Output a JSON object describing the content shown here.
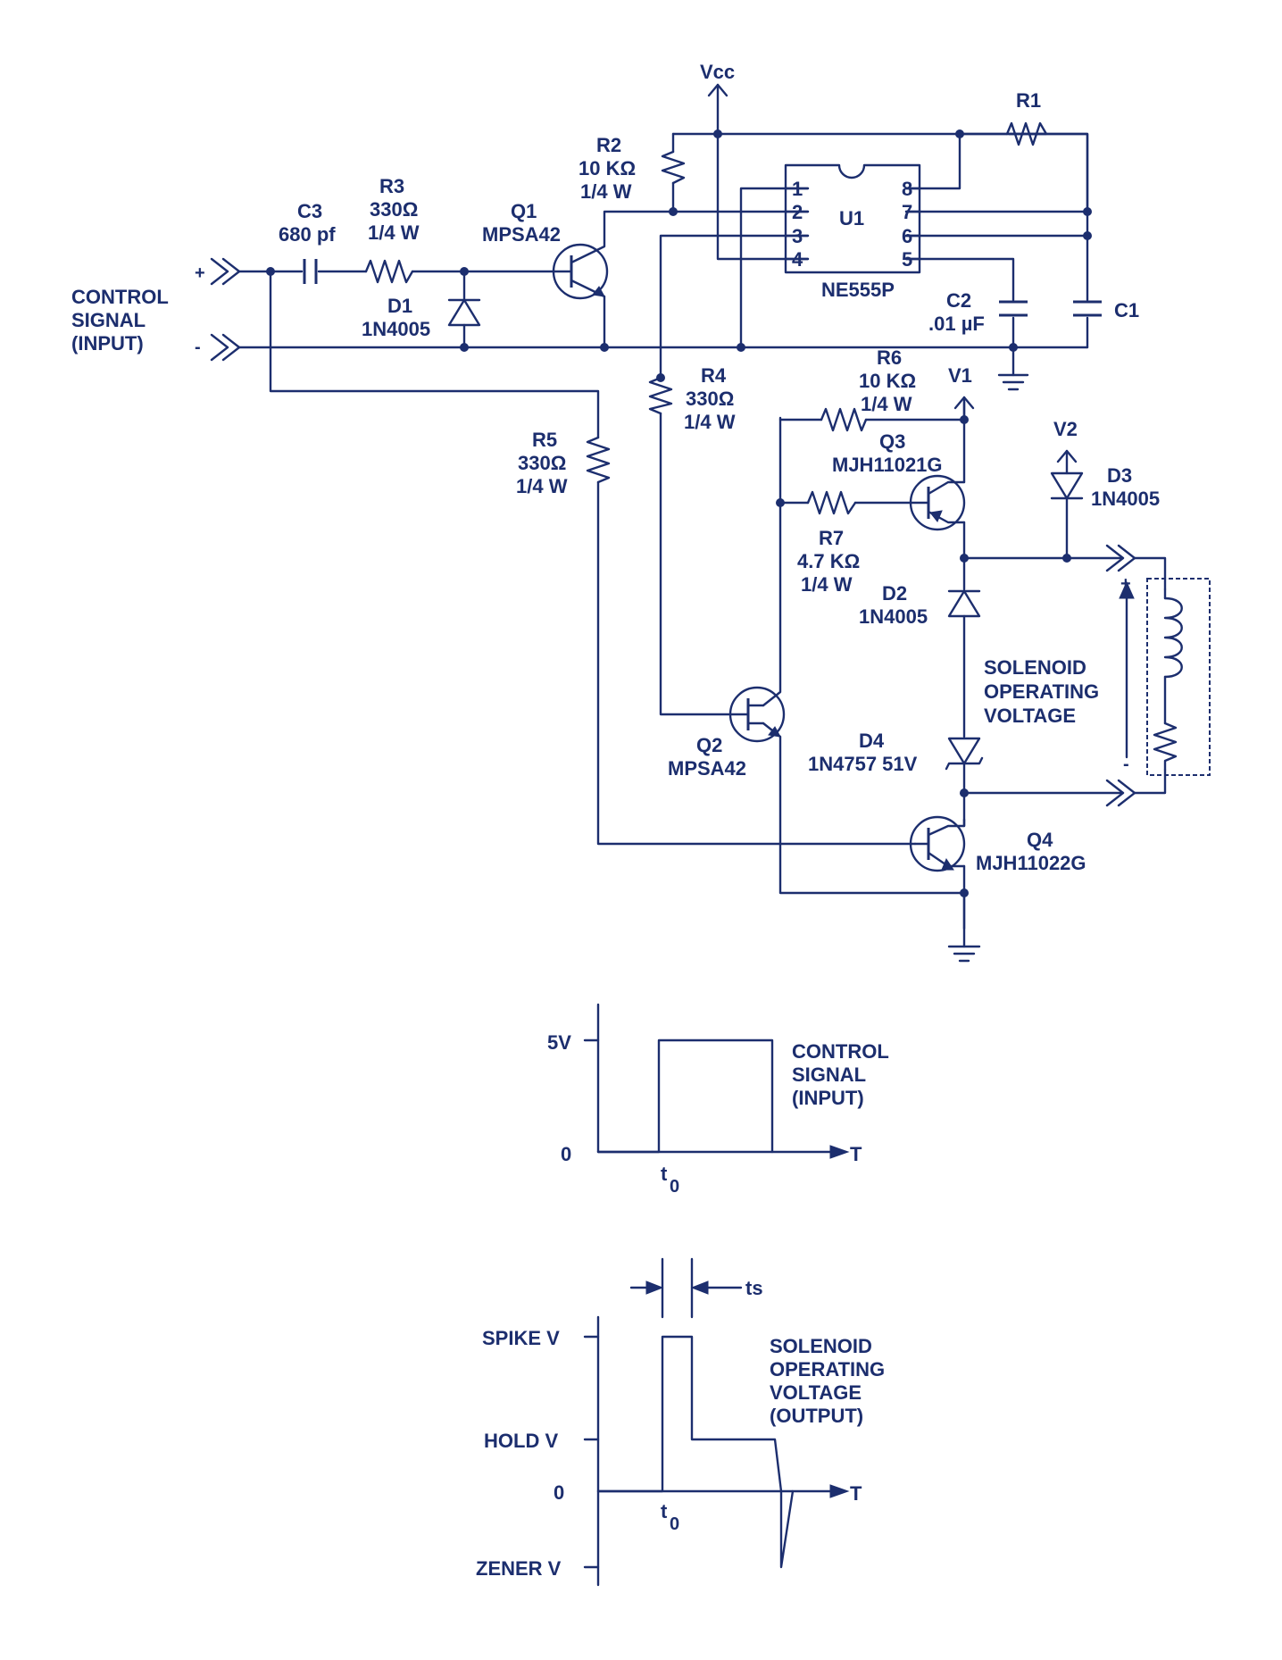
{
  "schematic": {
    "vcc": "Vcc",
    "v1": "V1",
    "v2": "V2",
    "input_label": [
      "CONTROL",
      "SIGNAL",
      "(INPUT)"
    ],
    "plus": "+",
    "minus": "-",
    "coil_plus": "+",
    "coil_minus": "-",
    "solenoid_label": [
      "SOLENOID",
      "OPERATING",
      "VOLTAGE"
    ],
    "ic": {
      "ref": "U1",
      "part": "NE555P",
      "pins_left": [
        "1",
        "2",
        "3",
        "4"
      ],
      "pins_right": [
        "8",
        "7",
        "6",
        "5"
      ]
    },
    "c3": [
      "C3",
      "680 pf"
    ],
    "r3": [
      "R3",
      "330Ω",
      "1/4 W"
    ],
    "q1": [
      "Q1",
      "MPSA42"
    ],
    "r2": [
      "R2",
      "10 KΩ",
      "1/4 W"
    ],
    "d1": [
      "D1",
      "1N4005"
    ],
    "r1": [
      "R1"
    ],
    "c2": [
      "C2",
      ".01 µF"
    ],
    "c1": [
      "C1"
    ],
    "r4": [
      "R4",
      "330Ω",
      "1/4 W"
    ],
    "r6": [
      "R6",
      "10 KΩ",
      "1/4 W"
    ],
    "q3": [
      "Q3",
      "MJH11021G"
    ],
    "r5": [
      "R5",
      "330Ω",
      "1/4 W"
    ],
    "r7": [
      "R7",
      "4.7 KΩ",
      "1/4 W"
    ],
    "d3": [
      "D3",
      "1N4005"
    ],
    "d2": [
      "D2",
      "1N4005"
    ],
    "q2": [
      "Q2",
      "MPSA42"
    ],
    "d4": [
      "D4",
      "1N4757 51V"
    ],
    "q4": [
      "Q4",
      "MJH11022G"
    ]
  },
  "waveform_input": {
    "y_high": "5V",
    "y_zero": "0",
    "t_axis": "T",
    "t0": "t",
    "t0_sub": "0",
    "label": [
      "CONTROL",
      "SIGNAL",
      "(INPUT)"
    ]
  },
  "waveform_output": {
    "ts": "ts",
    "y_spike": "SPIKE V",
    "y_hold": "HOLD V",
    "y_zero": "0",
    "y_zener": "ZENER V",
    "t_axis": "T",
    "t0": "t",
    "t0_sub": "0",
    "label": [
      "SOLENOID",
      "OPERATING",
      "VOLTAGE",
      "(OUTPUT)"
    ]
  }
}
